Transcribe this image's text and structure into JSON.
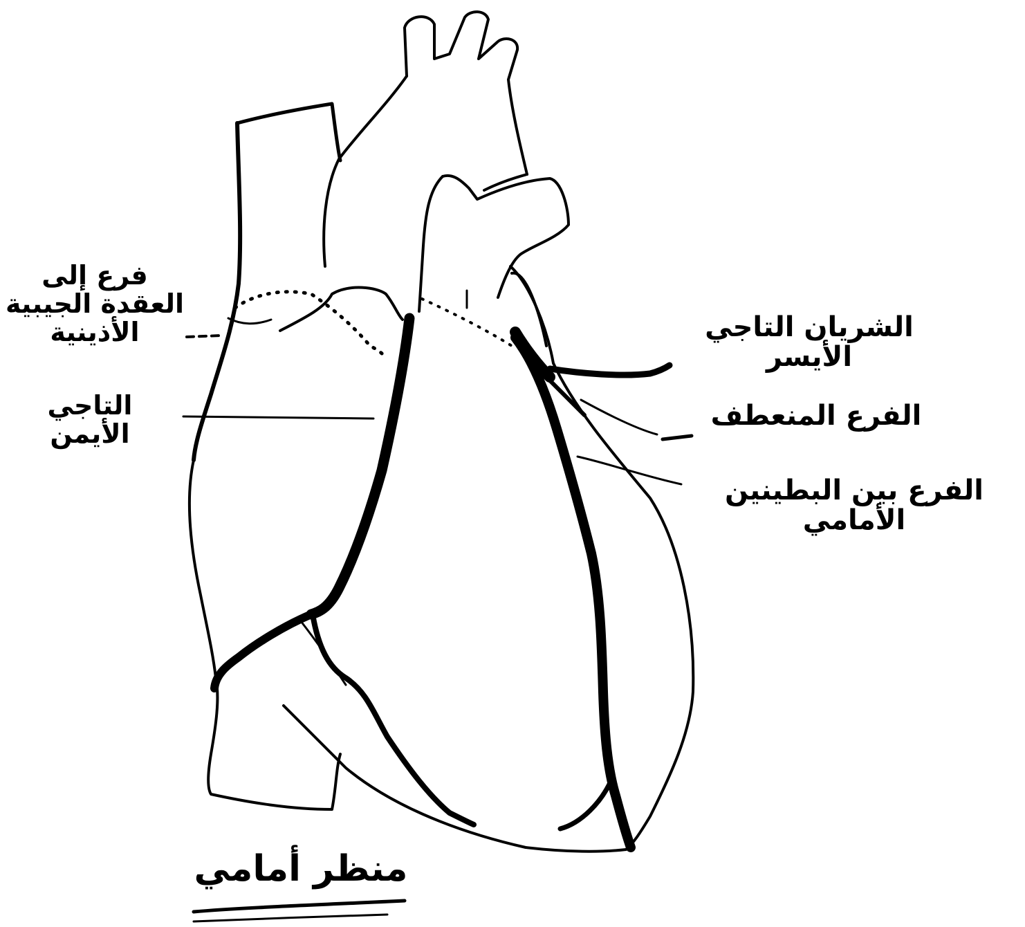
{
  "colors": {
    "ink": "#000000",
    "paper": "#ffffff"
  },
  "labels": {
    "branch_to_sa_node": {
      "line1": "فرع إلى",
      "line2": "العقدة الجيبية",
      "line3": "الأذينية"
    },
    "right_coronary": {
      "line1": "التاجي",
      "line2": "الأيمن"
    },
    "left_coronary": {
      "line1": "الشريان التاجي",
      "line2": "الأيسر"
    },
    "circumflex": {
      "line1": "الفرع المنعطف"
    },
    "anterior_interventricular": {
      "line1": "الفرع بين البطينين",
      "line2": "الأمامي"
    }
  },
  "caption": {
    "text": "منظر أمامي"
  }
}
